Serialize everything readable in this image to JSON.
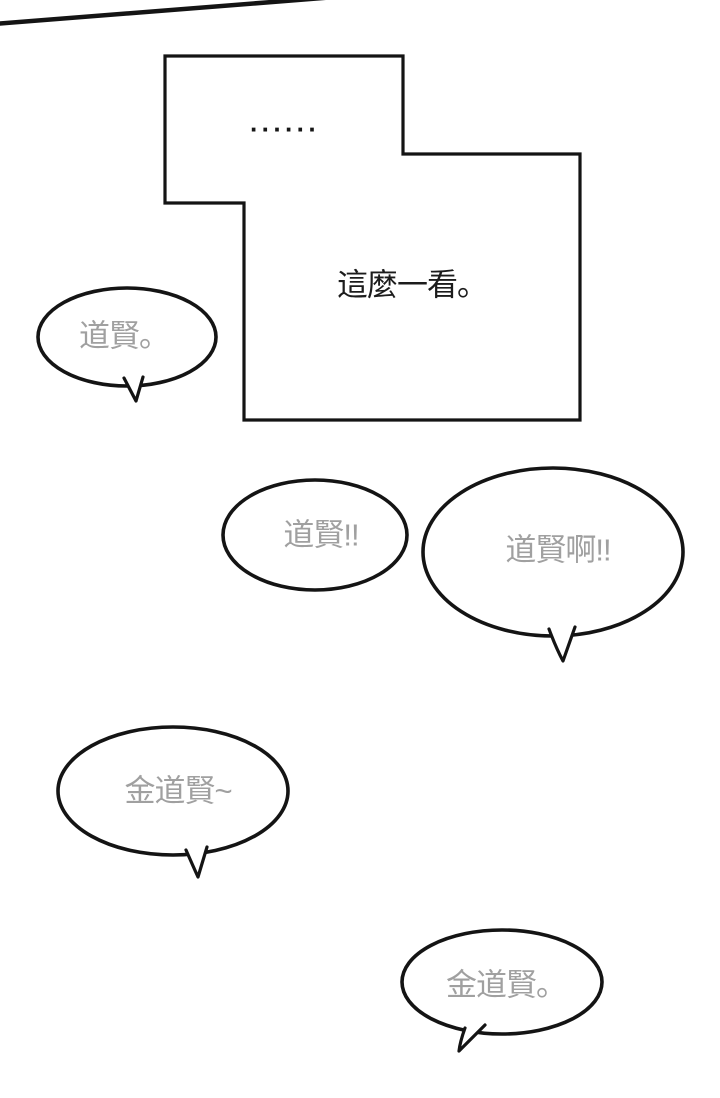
{
  "page": {
    "kind": "comic-page",
    "background": "#ffffff"
  },
  "colors": {
    "ink": "#141414",
    "speech_text": "#a0a0a0",
    "panel_text": "#1c1c1c"
  },
  "panel": {
    "ellipsis": "······",
    "caption": "這麼一看。"
  },
  "bubbles": [
    {
      "id": "bubble-1",
      "text": "道賢。"
    },
    {
      "id": "bubble-2",
      "text": "道賢!!"
    },
    {
      "id": "bubble-3",
      "text": "道賢啊!!"
    },
    {
      "id": "bubble-4",
      "text": "金道賢~"
    },
    {
      "id": "bubble-5",
      "text": "金道賢。"
    }
  ]
}
